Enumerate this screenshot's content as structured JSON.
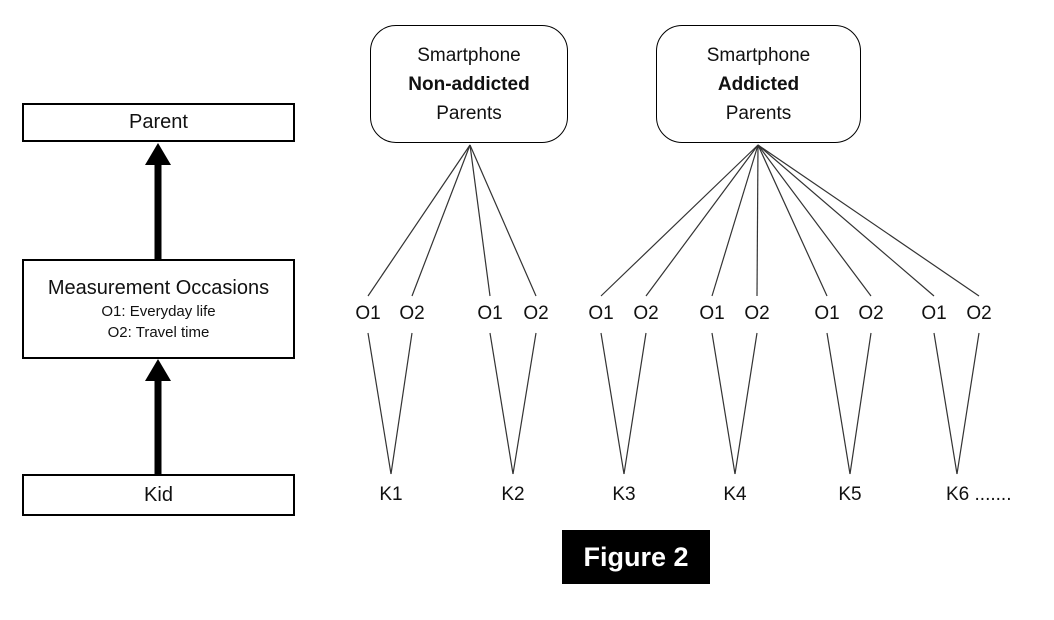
{
  "left_panel": {
    "parent_box": "Parent",
    "measurement_box": {
      "title": "Measurement Occasions",
      "occasion1": "O1: Everyday life",
      "occasion2": "O2: Travel time"
    },
    "kid_box": "Kid"
  },
  "groups": [
    {
      "line1": "Smartphone",
      "line2": "Non-addicted",
      "line3": "Parents"
    },
    {
      "line1": "Smartphone",
      "line2": "Addicted",
      "line3": "Parents"
    }
  ],
  "occasions": {
    "o1": "O1",
    "o2": "O2"
  },
  "kids": [
    "K1",
    "K2",
    "K3",
    "K4",
    "K5",
    "K6 ......."
  ],
  "figure_label": "Figure 2",
  "colors": {
    "line": "#333333",
    "border": "#000000",
    "arrow": "#000000",
    "figure_bg": "#000000",
    "figure_text": "#ffffff"
  }
}
